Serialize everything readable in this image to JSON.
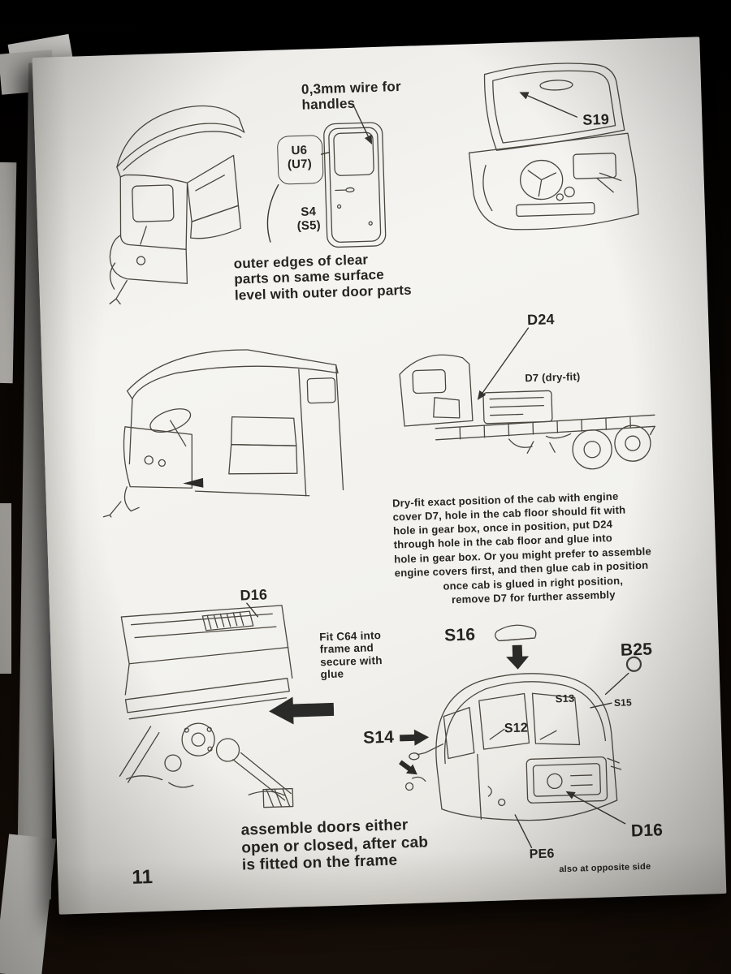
{
  "colors": {
    "paper": "#f2f1ed",
    "ink": "#26241f",
    "line_art": "#4b473f",
    "background": "#0c0805"
  },
  "icons": {
    "black_arrow_left": "◀",
    "black_arrow_down": "▼",
    "black_arrow_right": "▶"
  },
  "page": {
    "number": "11",
    "top": {
      "wire_note": "0,3mm wire for\nhandles",
      "u6": "U6\n(U7)",
      "s4": "S4\n(S5)",
      "s19": "S19",
      "surface_note": "outer edges of clear\nparts on same surface\nlevel with outer door parts"
    },
    "middle": {
      "d24": "D24",
      "d7": "D7 (dry-fit)",
      "para_main": "Dry-fit exact position of the cab with engine\ncover D7, hole in the cab floor should fit with\nhole in gear box, once in position, put D24\nthrough hole in the cab floor and glue into\nhole in gear box. Or you might prefer to assemble\nengine covers first, and then glue cab in position",
      "para_tail": "once cab is glued in right position,\nremove D7 for further assembly"
    },
    "bottom": {
      "d16_left": "D16",
      "fit_note": "Fit C64 into\nframe and\nsecure with\nglue",
      "s16": "S16",
      "b25": "B25",
      "s14": "S14",
      "s12": "S12",
      "s13": "S13",
      "s15": "S15",
      "pe6": "PE6",
      "d16_right": "D16",
      "opposite": "also at opposite side",
      "doors_note": "assemble doors either\nopen or closed, after cab\nis fitted on the frame"
    }
  }
}
